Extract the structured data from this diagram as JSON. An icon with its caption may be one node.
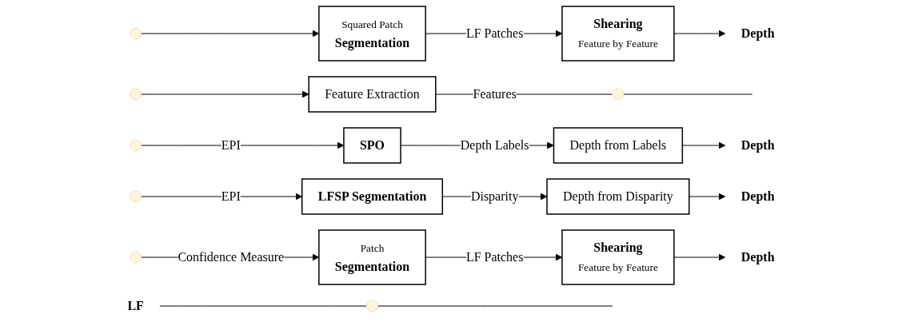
{
  "diagram": {
    "nodes": [
      {
        "text": [
          "LF"
        ]
      },
      {
        "text": [],
        "shape": "circle"
      },
      {
        "text": [],
        "shape": "circle"
      },
      {
        "text": [],
        "shape": "circle"
      },
      {
        "text": [
          "Feature Extraction"
        ]
      },
      {
        "text": [],
        "shape": "circle"
      },
      {
        "text": [],
        "shape": "circle"
      },
      {
        "text": [],
        "shape": "circle"
      },
      {
        "text": [],
        "shape": "circle"
      },
      {
        "text": [
          "Squared Patch",
          "Segmentation"
        ]
      },
      {
        "text": [
          "SPO"
        ]
      },
      {
        "text": [
          "LFSP Segmentation"
        ]
      },
      {
        "text": [
          "Patch",
          "Segmentation"
        ]
      },
      {
        "text": [
          "Shearing",
          "Feature by Feature"
        ]
      },
      {
        "text": [
          "Depth from Labels"
        ]
      },
      {
        "text": [
          "Depth from Disparity"
        ]
      },
      {
        "text": [
          "Shearing",
          "Feature by Feature"
        ]
      },
      {
        "text": [
          "Depth"
        ]
      },
      {
        "text": [
          "Depth"
        ]
      },
      {
        "text": [
          "Depth"
        ]
      },
      {
        "text": [
          "Depth"
        ]
      }
    ],
    "edges": [
      {
        "from": 0,
        "to": 1,
        "arrow": "none"
      },
      {
        "from": 1,
        "to": null,
        "arrow": "none"
      },
      {
        "from": 2,
        "to": 9,
        "arrow": "to"
      },
      {
        "from": 3,
        "to": 4,
        "arrow": "to"
      },
      {
        "from": 4,
        "to": 5,
        "arrow": "none",
        "label": "Features"
      },
      {
        "from": 5,
        "to": null,
        "arrow": "none"
      },
      {
        "from": 6,
        "to": 10,
        "arrow": "to",
        "label": "EPI"
      },
      {
        "from": 7,
        "to": 11,
        "arrow": "to",
        "label": "EPI"
      },
      {
        "from": 8,
        "to": 12,
        "arrow": "to",
        "label": "Confidence Measure"
      },
      {
        "from": 9,
        "to": 13,
        "arrow": "to",
        "label": "LF Patches"
      },
      {
        "from": 10,
        "to": 14,
        "arrow": "to",
        "label": "Depth Labels"
      },
      {
        "from": 11,
        "to": 15,
        "arrow": "to",
        "label": "Disparity"
      },
      {
        "from": 12,
        "to": 16,
        "arrow": "to",
        "label": "LF Patches"
      },
      {
        "from": 13,
        "to": 17,
        "arrow": "to"
      },
      {
        "from": 14,
        "to": 18,
        "arrow": "to"
      },
      {
        "from": 15,
        "to": 19,
        "arrow": "to"
      },
      {
        "from": 16,
        "to": 20,
        "arrow": "to"
      }
    ]
  }
}
